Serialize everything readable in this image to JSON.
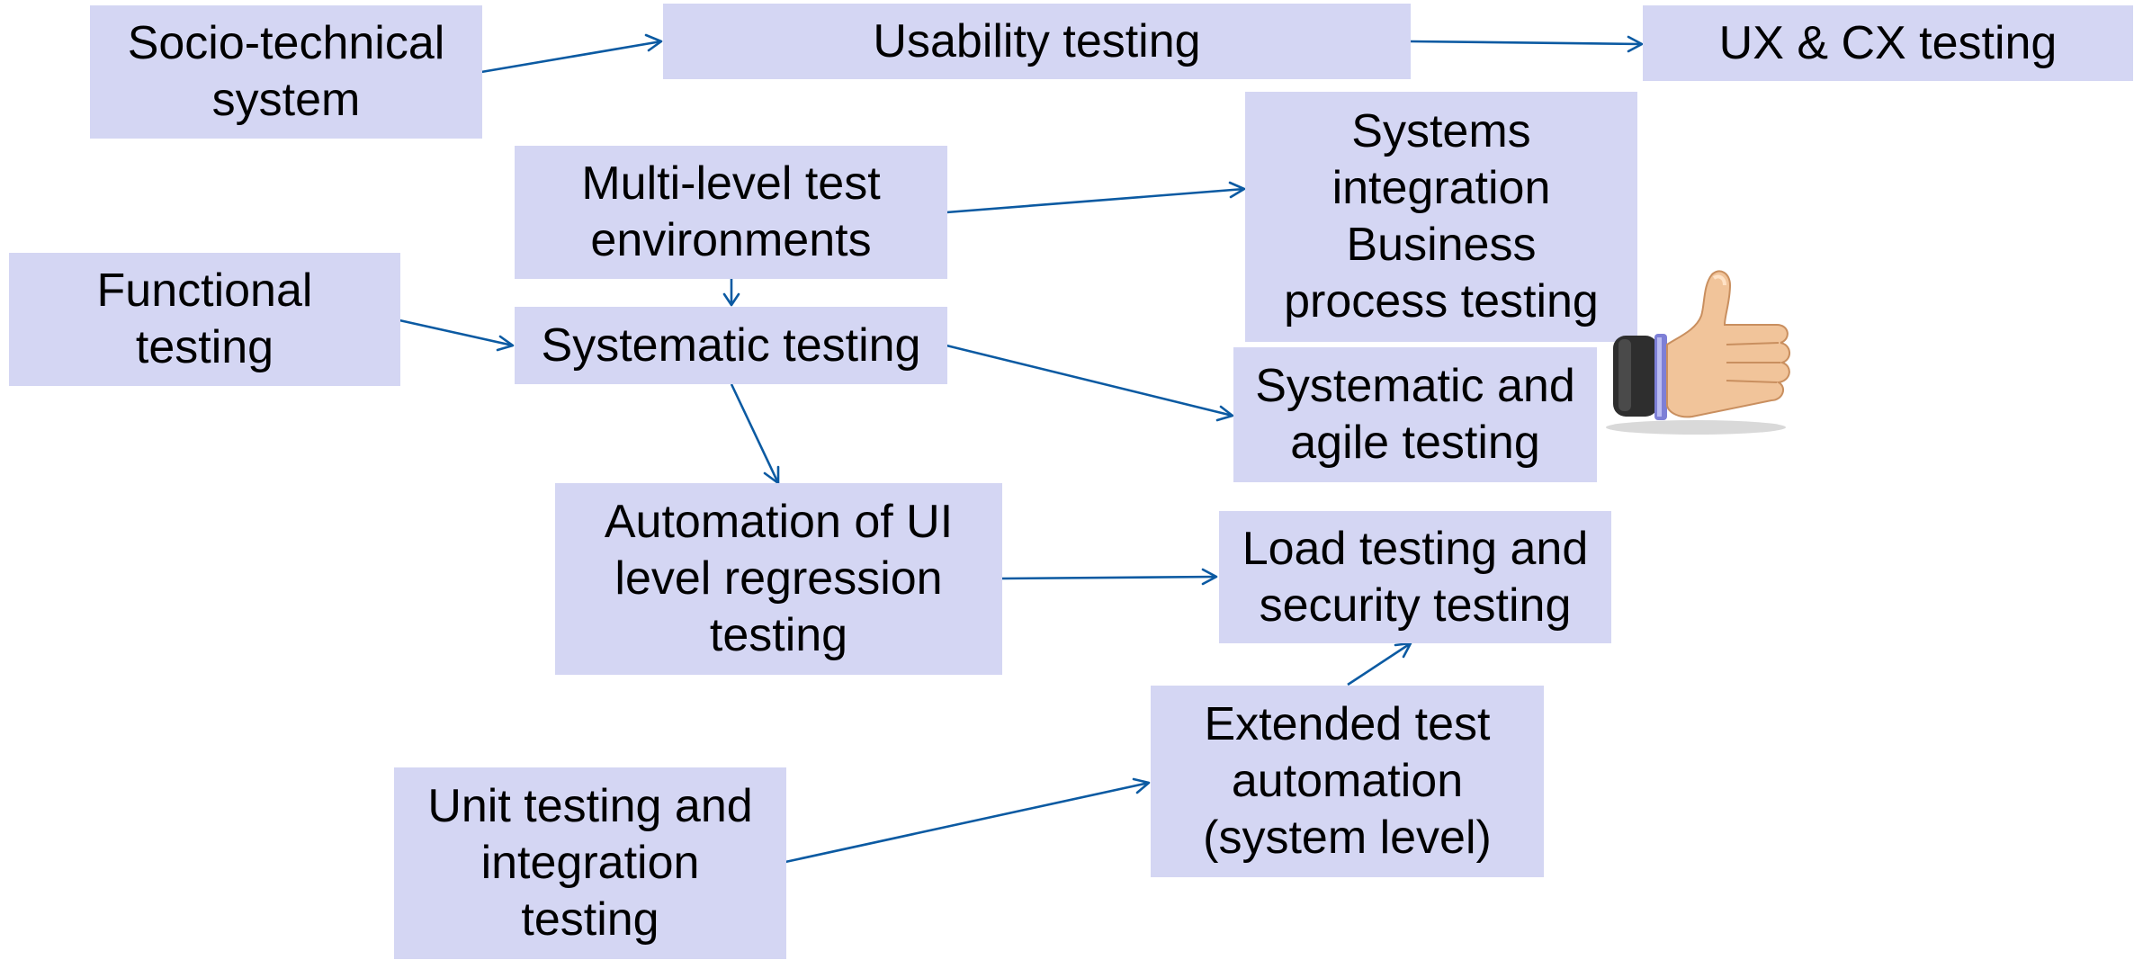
{
  "diagram": {
    "colors": {
      "box_fill": "#d4d6f3",
      "arrow": "#0b5aa2",
      "text": "#000000"
    },
    "nodes": [
      {
        "id": "socio-technical",
        "label": "Socio-technical\nsystem"
      },
      {
        "id": "usability",
        "label": "Usability testing"
      },
      {
        "id": "ux-cx",
        "label": "UX & CX testing"
      },
      {
        "id": "multilevel",
        "label": "Multi-level test\nenvironments"
      },
      {
        "id": "systems-integration",
        "label": "Systems\nintegration\nBusiness\nprocess testing"
      },
      {
        "id": "functional",
        "label": "Functional\ntesting"
      },
      {
        "id": "systematic",
        "label": "Systematic testing"
      },
      {
        "id": "systematic-agile",
        "label": "Systematic and\nagile testing"
      },
      {
        "id": "ui-automation",
        "label": "Automation of UI\nlevel regression\ntesting"
      },
      {
        "id": "load-security",
        "label": "Load testing and\nsecurity testing"
      },
      {
        "id": "extended-automation",
        "label": "Extended test\nautomation\n(system level)"
      },
      {
        "id": "unit-integration",
        "label": "Unit testing and\nintegration\ntesting"
      }
    ],
    "edges": [
      {
        "from": "socio-technical",
        "to": "usability"
      },
      {
        "from": "usability",
        "to": "ux-cx"
      },
      {
        "from": "multilevel",
        "to": "systems-integration"
      },
      {
        "from": "multilevel",
        "to": "systematic"
      },
      {
        "from": "functional",
        "to": "systematic"
      },
      {
        "from": "systematic",
        "to": "systematic-agile"
      },
      {
        "from": "systematic",
        "to": "ui-automation"
      },
      {
        "from": "ui-automation",
        "to": "load-security"
      },
      {
        "from": "unit-integration",
        "to": "extended-automation"
      },
      {
        "from": "extended-automation",
        "to": "load-security"
      }
    ],
    "decoration": {
      "icon": "thumbs-up-icon"
    }
  }
}
